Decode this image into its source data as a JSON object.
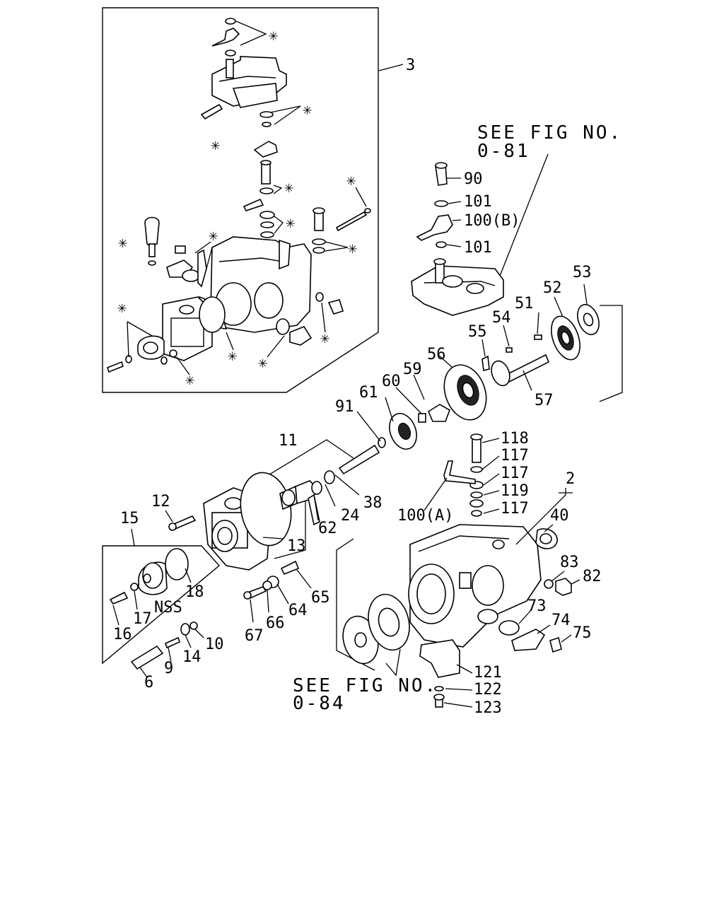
{
  "diagram": {
    "references": {
      "fig_081_line1": "SEE FIG NO.",
      "fig_081_line2": "0-81",
      "fig_084_line1": "SEE FIG NO.",
      "fig_084_line2": "0-84"
    },
    "marker_symbol": "✳",
    "nss_text": "NSS",
    "labels": {
      "p3": "3",
      "p90": "90",
      "p101a": "101",
      "p100b": "100(B)",
      "p101b": "101",
      "p53": "53",
      "p52": "52",
      "p51": "51",
      "p54": "54",
      "p55": "55",
      "p56": "56",
      "p59": "59",
      "p60": "60",
      "p61": "61",
      "p91": "91",
      "p57": "57",
      "p11": "11",
      "p118": "118",
      "p117a": "117",
      "p117b": "117",
      "p119": "119",
      "p117c": "117",
      "p100a": "100(A)",
      "p2": "2",
      "p40": "40",
      "p83": "83",
      "p82": "82",
      "p73": "73",
      "p74": "74",
      "p75": "75",
      "p121": "121",
      "p122": "122",
      "p123": "123",
      "p12": "12",
      "p15": "15",
      "p13": "13",
      "p62": "62",
      "p24": "24",
      "p38": "38",
      "p18": "18",
      "p65": "65",
      "p64": "64",
      "p66": "66",
      "p67": "67",
      "p16": "16",
      "p17": "17",
      "p9": "9",
      "p14": "14",
      "p10": "10",
      "p6": "6"
    }
  }
}
